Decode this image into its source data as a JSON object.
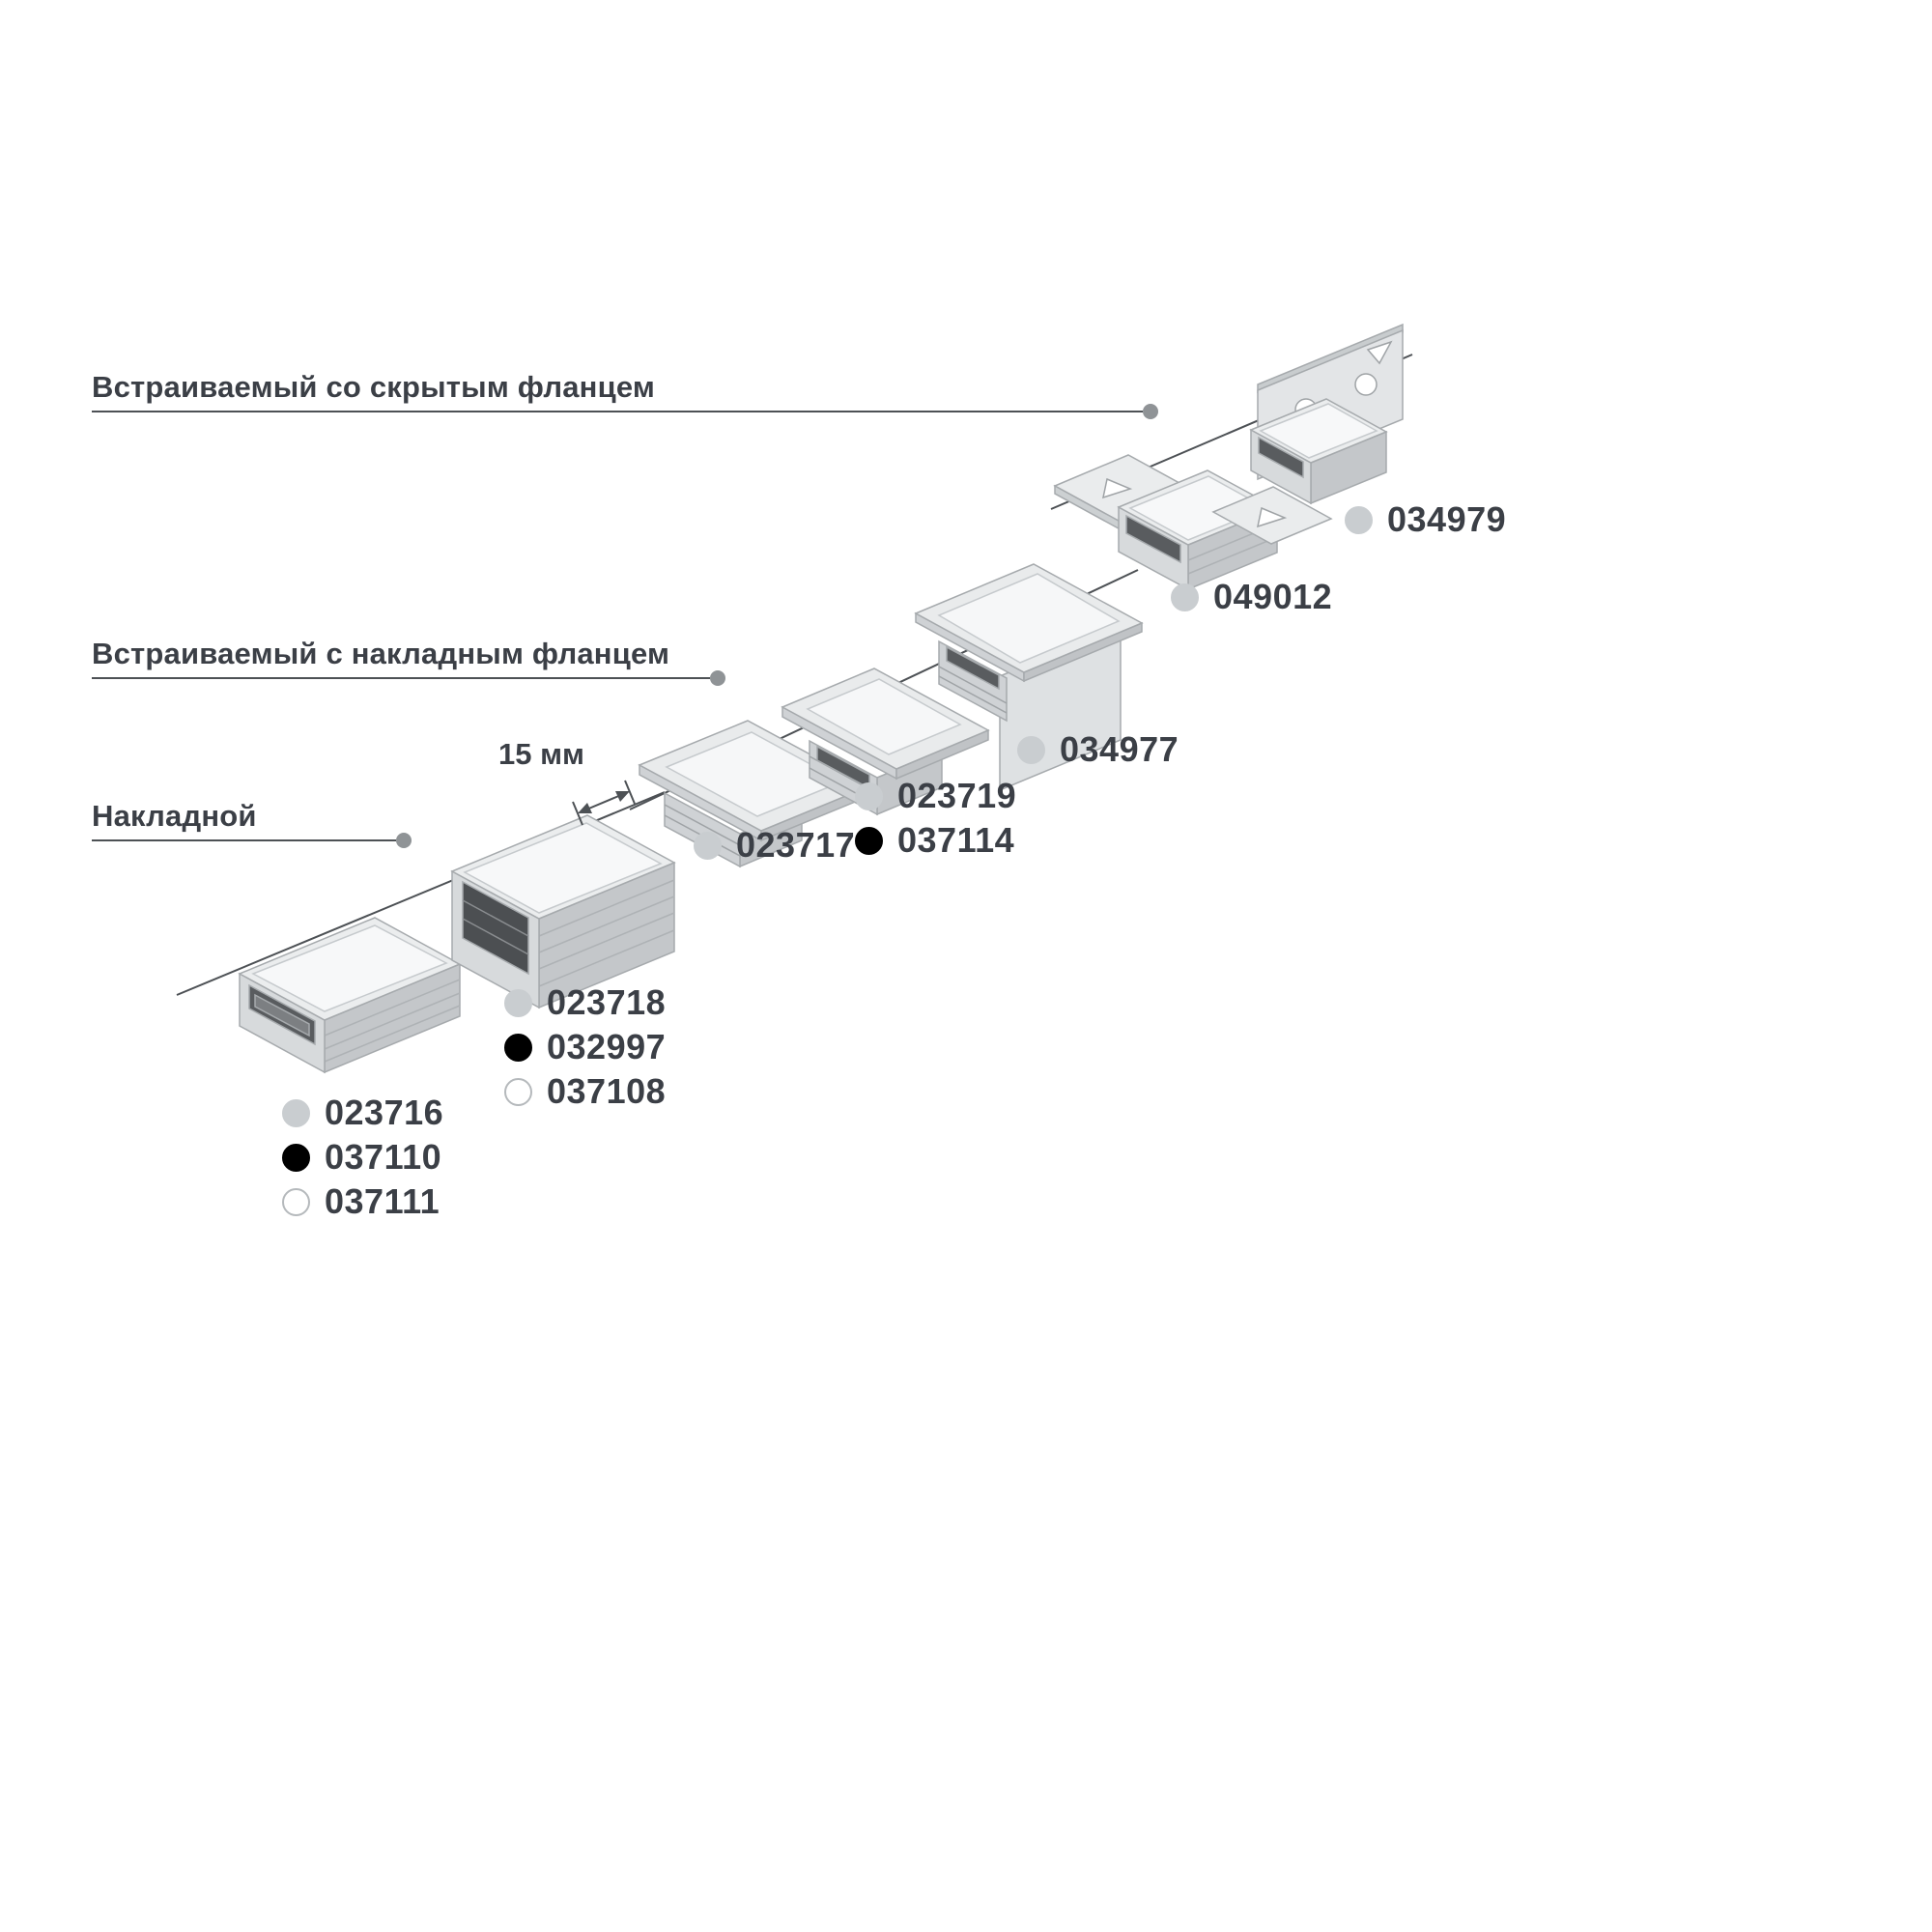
{
  "page": {
    "background": "#ffffff"
  },
  "colors": {
    "text": "#3b3f46",
    "leader_line": "#4d5155",
    "dot_gray": "#c9cdd0",
    "dot_black": "#000000",
    "dot_white": "#ffffff"
  },
  "categories": [
    {
      "label": "Встраиваемый со скрытым фланцем"
    },
    {
      "label": "Встраиваемый с накладным фланцем"
    },
    {
      "label": "Накладной"
    }
  ],
  "dimension": {
    "label": "15 мм"
  },
  "legends": [
    {
      "product": "surface-low-profile",
      "items": [
        {
          "code": "023716",
          "dot": "gray"
        },
        {
          "code": "037110",
          "dot": "black"
        },
        {
          "code": "037111",
          "dot": "white"
        }
      ]
    },
    {
      "product": "surface-high-profile",
      "items": [
        {
          "code": "023718",
          "dot": "gray"
        },
        {
          "code": "032997",
          "dot": "black"
        },
        {
          "code": "037108",
          "dot": "white"
        }
      ]
    },
    {
      "product": "recessed-low-profile",
      "items": [
        {
          "code": "023717",
          "dot": "gray"
        }
      ]
    },
    {
      "product": "recessed-high-profile",
      "items": [
        {
          "code": "023719",
          "dot": "gray"
        },
        {
          "code": "037114",
          "dot": "black"
        }
      ]
    },
    {
      "product": "recessed-wide-flange-profile",
      "items": [
        {
          "code": "034977",
          "dot": "gray"
        }
      ]
    },
    {
      "product": "recessed-hidden-flange-profile",
      "items": [
        {
          "code": "049012",
          "dot": "gray"
        }
      ]
    },
    {
      "product": "recessed-hidden-flange-end-profile",
      "items": [
        {
          "code": "034979",
          "dot": "gray"
        }
      ]
    }
  ]
}
